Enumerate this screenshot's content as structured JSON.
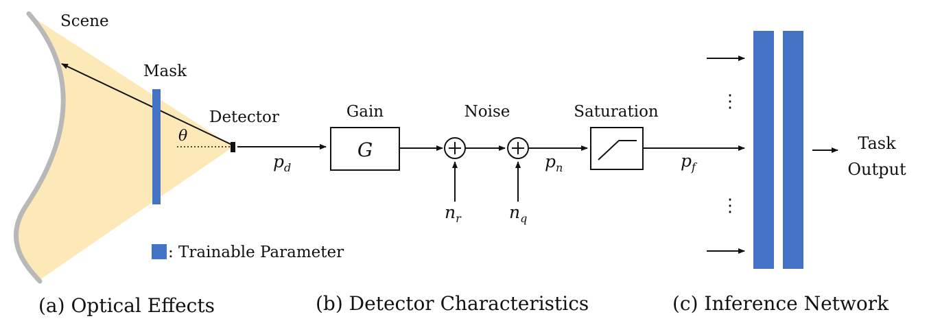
{
  "colors": {
    "light_cone": "#fde9b8",
    "scene_curve": "#b8b8b8",
    "trainable": "#4472c4",
    "ink": "#111111"
  },
  "optics": {
    "scene_label": "Scene",
    "mask_label": "Mask",
    "detector_label": "Detector",
    "angle_symbol": "θ"
  },
  "detector": {
    "pd_main": "p",
    "pd_sub": "d",
    "gain_label": "Gain",
    "gain_symbol": "G",
    "noise_label": "Noise",
    "nr_main": "n",
    "nr_sub": "r",
    "nq_main": "n",
    "nq_sub": "q",
    "pn_main": "p",
    "pn_sub": "n",
    "saturation_label": "Saturation",
    "pf_main": "p",
    "pf_sub": "f"
  },
  "network": {
    "ellipsis": "⋮",
    "output_line1": "Task",
    "output_line2": "Output"
  },
  "legend": {
    "text": ": Trainable Parameter"
  },
  "captions": {
    "a": "(a) Optical Effects",
    "b": "(b) Detector Characteristics",
    "c": "(c) Inference Network"
  }
}
